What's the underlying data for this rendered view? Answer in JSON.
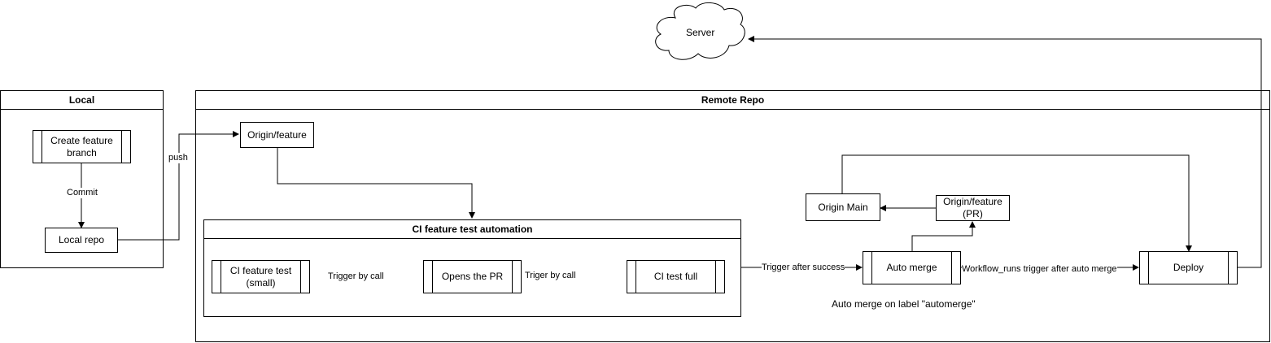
{
  "cloud": {
    "label": "Server"
  },
  "containers": {
    "local": {
      "title": "Local"
    },
    "remote": {
      "title": "Remote Repo"
    },
    "ci": {
      "title": "CI feature test automation"
    }
  },
  "nodes": {
    "create_feature_branch": "Create feature branch",
    "local_repo": "Local repo",
    "origin_feature": "Origin/feature",
    "ci_feature_test_small": "CI feature test (small)",
    "opens_pr": "Opens the PR",
    "ci_test_full": "CI test full",
    "origin_main": "Origin Main",
    "origin_feature_pr": "Origin/feature (PR)",
    "auto_merge": "Auto merge",
    "deploy": "Deploy"
  },
  "edge_labels": {
    "commit": "Commit",
    "push": "push",
    "trigger_by_call_1": "Trigger by call",
    "trigger_by_call_2": "Triger by call",
    "trigger_after_success": "Trigger after success",
    "workflow_runs": "Workflow_runs trigger after auto merge"
  },
  "notes": {
    "automerge_label": "Auto merge on label \"automerge\""
  }
}
